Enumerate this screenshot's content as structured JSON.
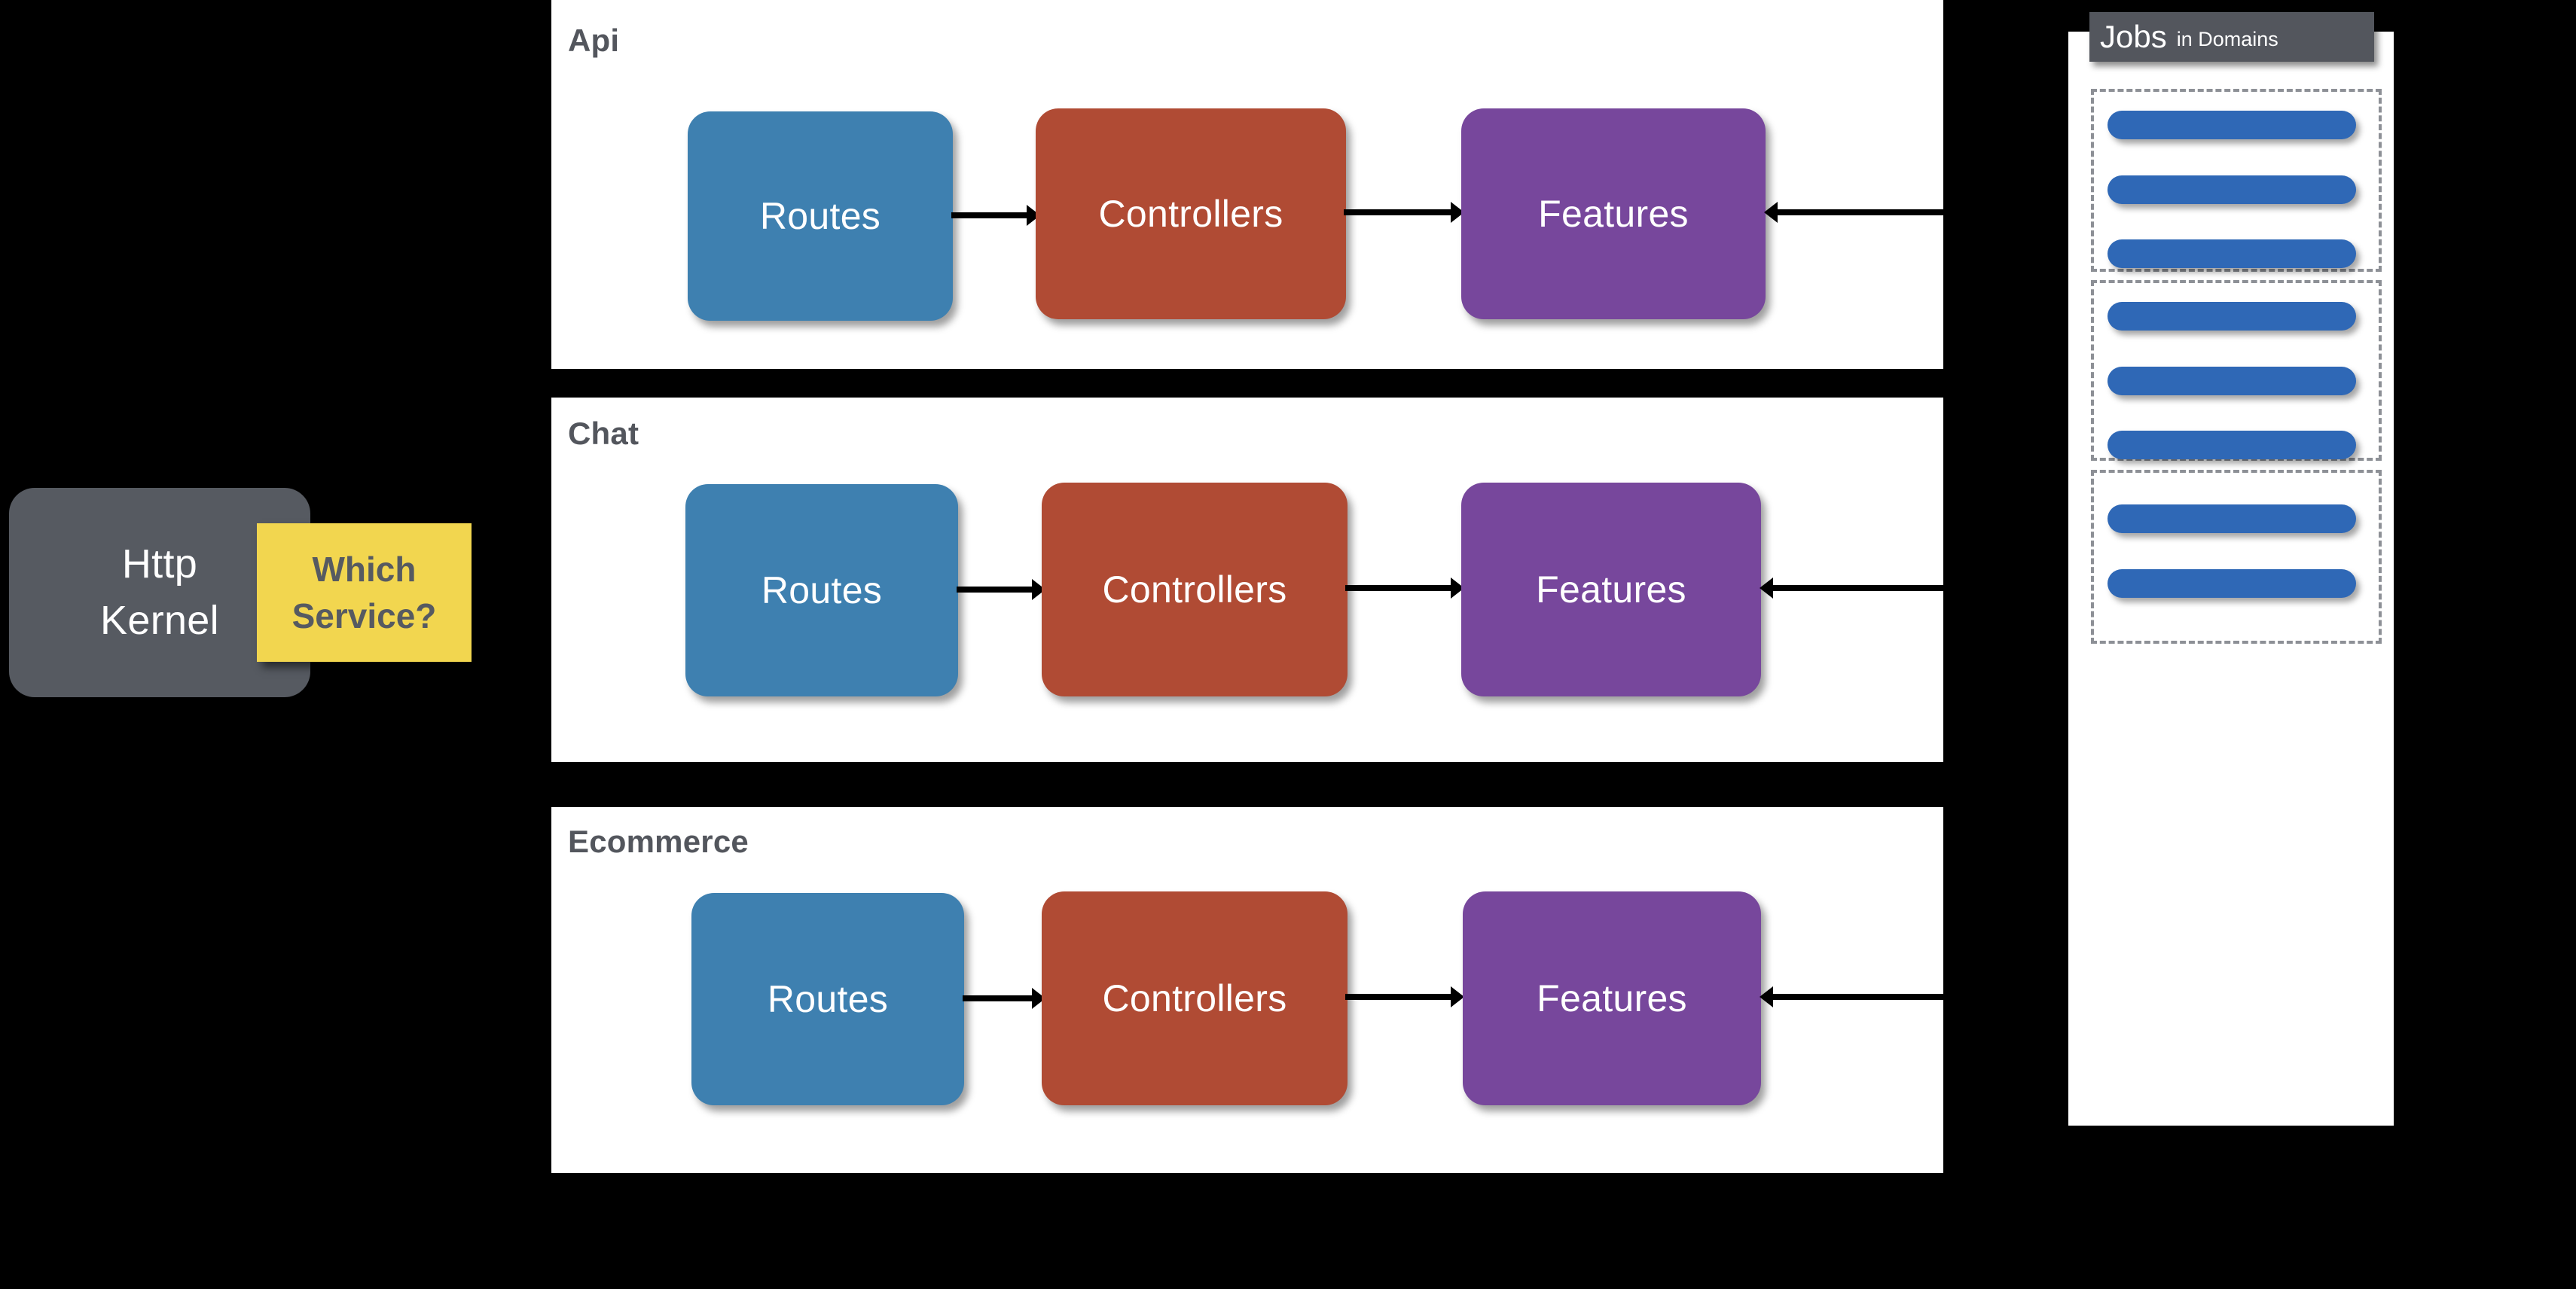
{
  "colors": {
    "background": "#000000",
    "panel_bg": "#ffffff",
    "routes_box": "#3e80b0",
    "controllers_box": "#b04b34",
    "features_box": "#77479c",
    "kernel_box": "#565a61",
    "sticky_note": "#f2d64f",
    "job_pill": "#2f68b6",
    "dashed_border": "#8d9096",
    "title_text": "#53565d",
    "arrow": "#000000"
  },
  "kernel": {
    "label": "Http Kernel"
  },
  "sticky": {
    "label": "Which Service?"
  },
  "flow": {
    "routes_label": "Routes",
    "controllers_label": "Controllers",
    "features_label": "Features"
  },
  "panels": [
    {
      "title": "Api",
      "boxes": [
        "Routes",
        "Controllers",
        "Features"
      ]
    },
    {
      "title": "Chat",
      "boxes": [
        "Routes",
        "Controllers",
        "Features"
      ]
    },
    {
      "title": "Ecommerce",
      "boxes": [
        "Routes",
        "Controllers",
        "Features"
      ]
    }
  ],
  "jobs": {
    "title": "Jobs",
    "subtitle": "in Domains",
    "groups": [
      {
        "pill_count": 3
      },
      {
        "pill_count": 3
      },
      {
        "pill_count": 2
      }
    ]
  }
}
